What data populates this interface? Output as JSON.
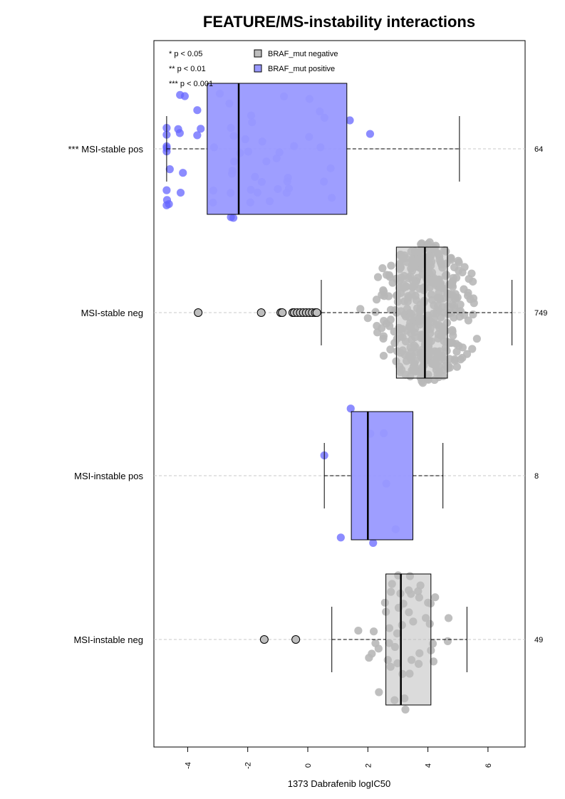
{
  "chart_data": {
    "type": "box",
    "title": "FEATURE/MS-instability interactions",
    "xlabel": "1373 Dabrafenib logIC50",
    "xlim": [
      -5.2,
      7.2
    ],
    "x_ticks": [
      "-4",
      "-2",
      "0",
      "2",
      "4",
      "6"
    ],
    "significance_legend": [
      "* p < 0.05",
      "** p < 0.01",
      "*** p < 0.001"
    ],
    "legend": [
      {
        "name": "BRAF_mut negative",
        "color": "#bebebe"
      },
      {
        "name": "BRAF_mut positive",
        "color": "#9999ff"
      }
    ],
    "groups": [
      {
        "label": "*** MSI-stable pos",
        "count": "64",
        "mutation": "positive",
        "whisker_low": -4.7,
        "q1": -3.35,
        "median": -2.3,
        "q3": 1.3,
        "whisker_high": 5.05
      },
      {
        "label": "MSI-stable neg",
        "count": "749",
        "mutation": "negative",
        "whisker_low": 0.45,
        "q1": 2.95,
        "median": 3.9,
        "q3": 4.65,
        "whisker_high": 6.8
      },
      {
        "label": "MSI-instable pos",
        "count": "8",
        "mutation": "positive",
        "whisker_low": 0.55,
        "q1": 1.45,
        "median": 2.0,
        "q3": 3.5,
        "whisker_high": 4.5
      },
      {
        "label": "MSI-instable neg",
        "count": "49",
        "mutation": "negative",
        "whisker_low": 0.8,
        "q1": 2.6,
        "median": 3.1,
        "q3": 4.1,
        "whisker_high": 5.3
      }
    ],
    "outliers": [
      {
        "group": 1,
        "x": [
          -3.65,
          -1.55,
          -0.9,
          -0.85,
          -0.5,
          -0.45,
          -0.35,
          -0.25,
          -0.15,
          -0.05,
          0.05,
          0.15,
          0.25,
          0.3
        ]
      },
      {
        "group": 3,
        "x": [
          -1.45,
          -0.4
        ]
      }
    ]
  }
}
